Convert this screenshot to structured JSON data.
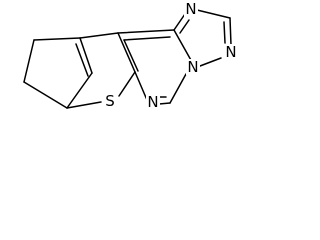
{
  "structure": {
    "atoms": {
      "sulfur": "S",
      "n_pyrimidine": "N",
      "n_triazole_top": "N",
      "n_triazole_right": "N",
      "n_bridgehead": "N"
    },
    "colors": {
      "bond": "#000000",
      "label": "#000000",
      "background": "#ffffff"
    }
  }
}
